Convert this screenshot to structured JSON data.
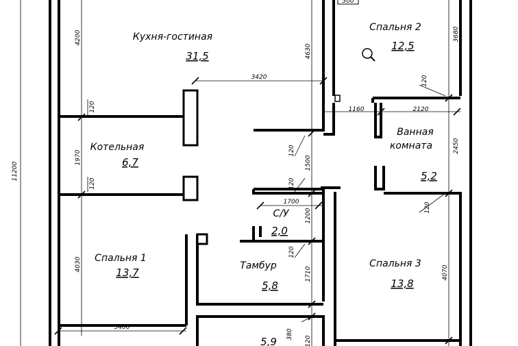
{
  "rooms": {
    "kitchen": {
      "name": "Кухня-гостиная",
      "area": "31,5"
    },
    "bedroom2": {
      "name": "Спальня 2",
      "area": "12,5"
    },
    "boiler": {
      "name": "Котельная",
      "area": "6,7"
    },
    "bathroom": {
      "name_line1": "Ванная",
      "name_line2": "комната",
      "area": "5,2"
    },
    "wc": {
      "name": "С/У",
      "area": "2,0"
    },
    "bedroom1": {
      "name": "Спальня 1",
      "area": "13,7"
    },
    "vestibule": {
      "name": "Тамбур",
      "area": "5,8"
    },
    "bedroom3": {
      "name": "Спальня 3",
      "area": "13,8"
    },
    "porch": {
      "area": "5,9"
    }
  },
  "dimensions": {
    "overall_height": "11200",
    "kitchen_height_left": "4200",
    "kitchen_height_right": "4630",
    "kitchen_width": "3420",
    "wall_120_a": "120",
    "wall_120_b": "120",
    "wall_120_c": "120",
    "wall_120_d": "120",
    "wall_120_e": "120",
    "wall_120_f": "120",
    "wall_120_g": "120",
    "boiler_height": "1970",
    "corridor_1500": "1500",
    "bedroom2_height": "3680",
    "corridor_1160": "1160",
    "bathroom_width": "2120",
    "bathroom_height": "2450",
    "wc_width": "1700",
    "wc_height": "1200",
    "bedroom1_height": "4030",
    "vestibule_height": "1710",
    "bedroom3_height": "4070",
    "bedroom1_width": "3400",
    "porch_380": "380",
    "top_partial": "300",
    "porch_bottom": "120"
  },
  "icons": {
    "zoom": "magnifier-icon"
  }
}
